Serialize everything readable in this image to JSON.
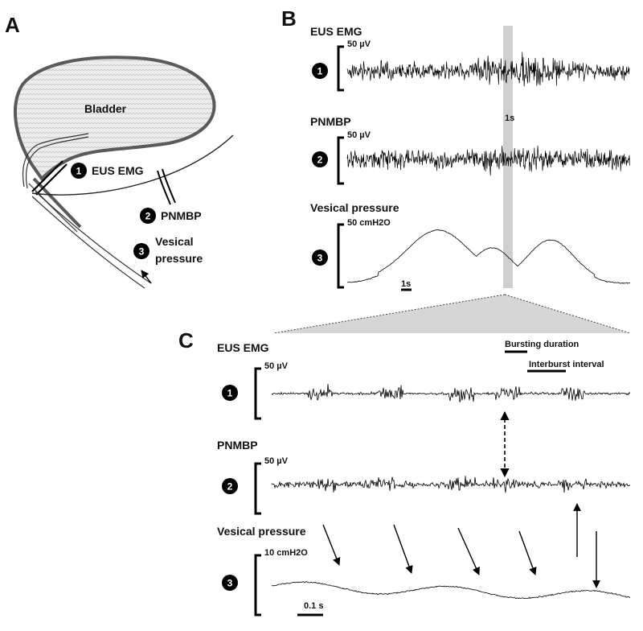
{
  "panels": {
    "a": {
      "letter": "A",
      "bladder_label": "Bladder",
      "electrodes": [
        {
          "num": "1",
          "label": "EUS EMG"
        },
        {
          "num": "2",
          "label": "PNMBP"
        },
        {
          "num": "3",
          "label_line1": "Vesical",
          "label_line2": "pressure"
        }
      ]
    },
    "b": {
      "letter": "B",
      "traces": [
        {
          "num": "1",
          "title": "EUS EMG",
          "scale": "50 µV"
        },
        {
          "num": "2",
          "title": "PNMBP",
          "scale": "50 µV"
        },
        {
          "num": "3",
          "title": "Vesical pressure",
          "scale": "50 cmH2O"
        }
      ],
      "highlight_label": "1s",
      "time_scale": "1s"
    },
    "c": {
      "letter": "C",
      "traces": [
        {
          "num": "1",
          "title": "EUS EMG",
          "scale": "50 µV"
        },
        {
          "num": "2",
          "title": "PNMBP",
          "scale": "50 µV"
        },
        {
          "num": "3",
          "title": "Vesical pressure",
          "scale": "10 cmH2O"
        }
      ],
      "bursting_duration": "Bursting duration",
      "interburst_interval": "Interburst interval",
      "time_scale": "0.1 s"
    }
  },
  "colors": {
    "bladder_outline": "#5a5a5a",
    "bladder_fill": "#e9e9e9",
    "highlight": "#cfcfcf",
    "trace": "#000000"
  }
}
